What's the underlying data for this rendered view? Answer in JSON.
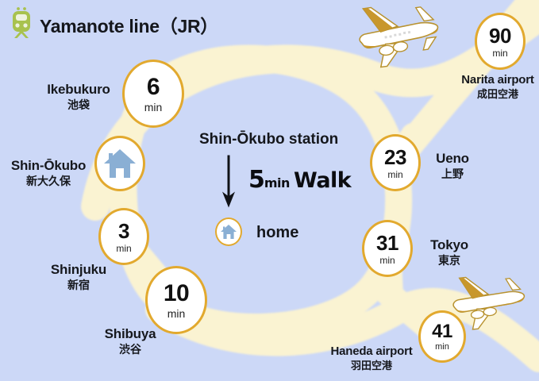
{
  "header": {
    "title": "Yamanote line（JR）",
    "icon": "train-icon"
  },
  "map": {
    "background_color": "#ccd8f7",
    "route_color": "#faf3d2",
    "marker_border_color": "#e2a92e",
    "marker_fill_color": "#ffffff",
    "house_icon_color": "#8aafd4",
    "train_icon_color": "#a8c24e"
  },
  "center": {
    "station_caption": "Shin-Ōkubo station",
    "walk_value": "5",
    "walk_unit": "min",
    "walk_word": "Walk",
    "home_label": "home",
    "arrow_icon": "down-arrow-icon",
    "home_icon": "house-icon"
  },
  "stations": [
    {
      "id": "ikebukuro",
      "minutes": "6",
      "unit": "min",
      "name_en": "Ikebukuro",
      "name_jp": "池袋"
    },
    {
      "id": "shin-okubo",
      "minutes": "",
      "unit": "",
      "name_en": "Shin-Ōkubo",
      "name_jp": "新大久保",
      "icon": "house-icon"
    },
    {
      "id": "shinjuku",
      "minutes": "3",
      "unit": "min",
      "name_en": "Shinjuku",
      "name_jp": "新宿"
    },
    {
      "id": "shibuya",
      "minutes": "10",
      "unit": "min",
      "name_en": "Shibuya",
      "name_jp": "渋谷"
    },
    {
      "id": "ueno",
      "minutes": "23",
      "unit": "min",
      "name_en": "Ueno",
      "name_jp": "上野"
    },
    {
      "id": "tokyo",
      "minutes": "31",
      "unit": "min",
      "name_en": "Tokyo",
      "name_jp": "東京"
    },
    {
      "id": "narita",
      "minutes": "90",
      "unit": "min",
      "name_en": "Narita airport",
      "name_jp": "成田空港",
      "icon": "airplane-icon"
    },
    {
      "id": "haneda",
      "minutes": "41",
      "unit": "min",
      "name_en": "Haneda airport",
      "name_jp": "羽田空港",
      "icon": "airplane-icon"
    }
  ]
}
